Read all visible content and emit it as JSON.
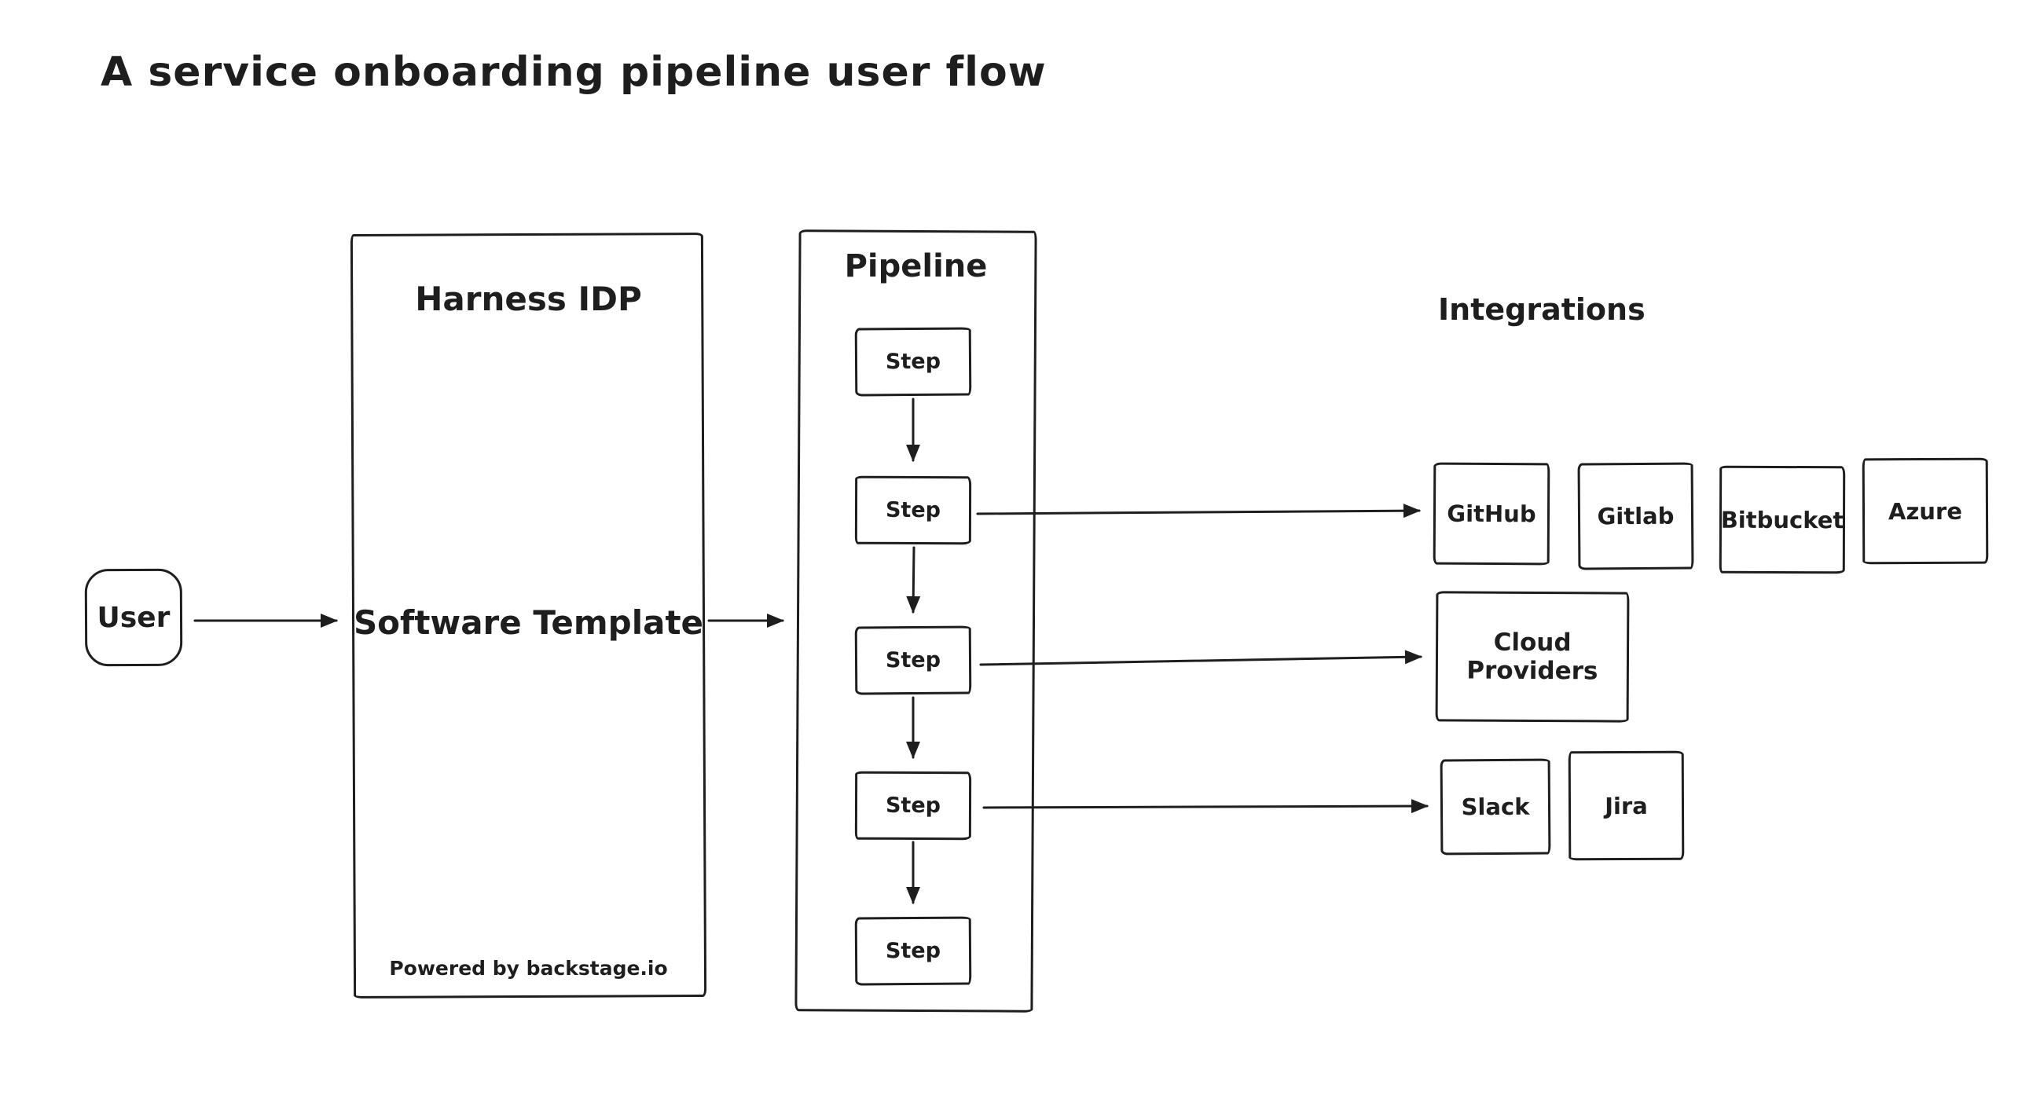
{
  "title": "A service onboarding pipeline user flow",
  "colors": {
    "stroke": "#1e1e1e",
    "background": "#ffffff"
  },
  "user": {
    "label": "User"
  },
  "harness": {
    "title": "Harness IDP",
    "center_label": "Software Template",
    "footer": "Powered by backstage.io"
  },
  "pipeline": {
    "title": "Pipeline",
    "steps": [
      "Step",
      "Step",
      "Step",
      "Step",
      "Step"
    ]
  },
  "integrations": {
    "title": "Integrations",
    "scm": [
      "GitHub",
      "Gitlab",
      "Bitbucket",
      "Azure"
    ],
    "cloud": [
      "Cloud Providers"
    ],
    "collab": [
      "Slack",
      "Jira"
    ]
  },
  "edges": [
    {
      "from": "user",
      "to": "harness-idp"
    },
    {
      "from": "harness-idp",
      "to": "pipeline"
    },
    {
      "from": "step-1",
      "to": "step-2"
    },
    {
      "from": "step-2",
      "to": "step-3"
    },
    {
      "from": "step-3",
      "to": "step-4"
    },
    {
      "from": "step-4",
      "to": "step-5"
    },
    {
      "from": "step-2",
      "to": "github"
    },
    {
      "from": "step-3",
      "to": "cloud-providers"
    },
    {
      "from": "step-4",
      "to": "slack"
    }
  ]
}
